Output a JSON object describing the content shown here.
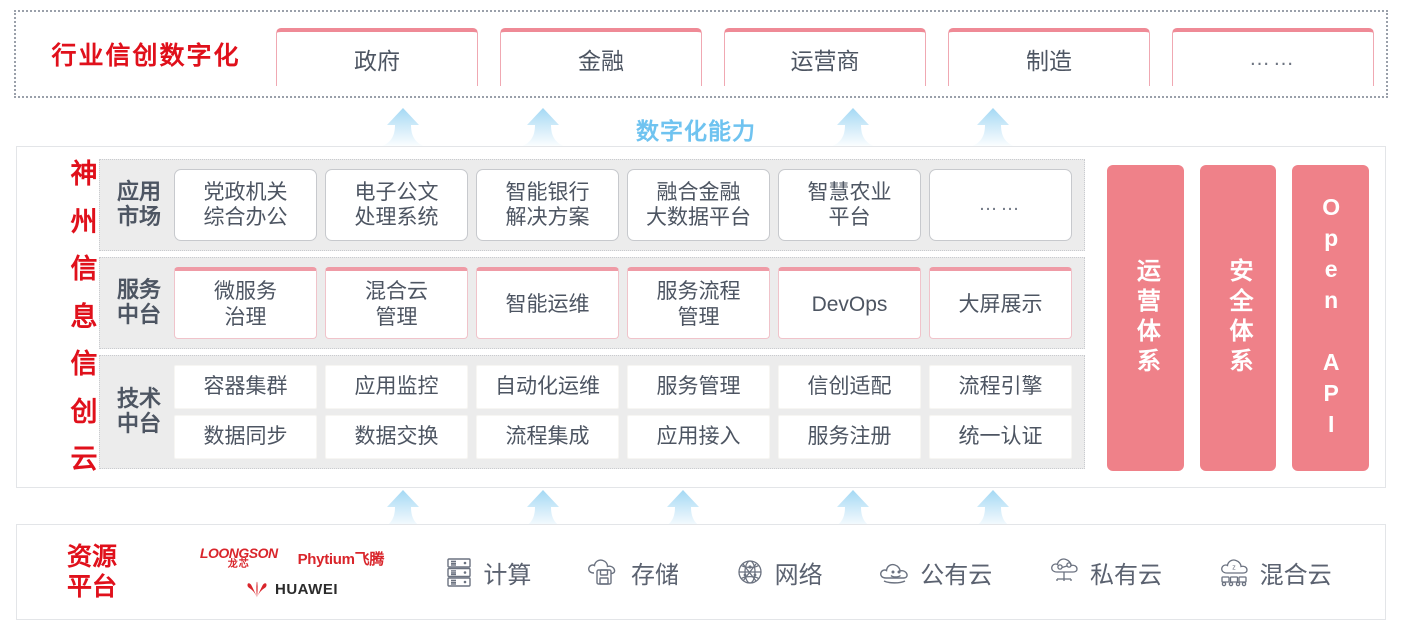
{
  "industry": {
    "title": "行业信创数字化",
    "tabs": [
      {
        "label": "政府"
      },
      {
        "label": "金融"
      },
      {
        "label": "运营商"
      },
      {
        "label": "制造"
      },
      {
        "label": "……"
      }
    ]
  },
  "capability_label": "数字化能力",
  "cloud": {
    "title_chars": [
      "神",
      "州",
      "信",
      "息",
      "信",
      "创",
      "云"
    ],
    "layers": [
      {
        "key": "app-market",
        "label_lines": [
          "应用",
          "市场"
        ],
        "cells": [
          "党政机关\n综合办公",
          "电子公文\n处理系统",
          "智能银行\n解决方案",
          "融合金融\n大数据平台",
          "智慧农业\n平台",
          "……"
        ]
      },
      {
        "key": "service-platform",
        "label_lines": [
          "服务",
          "中台"
        ],
        "cells": [
          "微服务\n治理",
          "混合云\n管理",
          "智能运维",
          "服务流程\n管理",
          "DevOps",
          "大屏展示"
        ]
      },
      {
        "key": "tech-platform",
        "label_lines": [
          "技术",
          "中台"
        ],
        "rows": [
          [
            "容器集群",
            "应用监控",
            "自动化运维",
            "服务管理",
            "信创适配",
            "流程引擎"
          ],
          [
            "数据同步",
            "数据交换",
            "流程集成",
            "应用接入",
            "服务注册",
            "统一认证"
          ]
        ]
      }
    ],
    "side_panels": [
      {
        "label": "运营体系",
        "latin": false
      },
      {
        "label": "安全体系",
        "latin": false
      },
      {
        "label": "Open API",
        "latin": true
      }
    ]
  },
  "resource": {
    "title_lines": [
      "资源",
      "平台"
    ],
    "vendors": [
      {
        "name": "LOONGSON",
        "sub": "龙芯"
      },
      {
        "name": "Phytium飞腾"
      },
      {
        "name": "HUAWEI"
      }
    ],
    "items": [
      {
        "label": "计算",
        "icon": "server-rack-icon"
      },
      {
        "label": "存储",
        "icon": "cloud-storage-icon"
      },
      {
        "label": "网络",
        "icon": "network-globe-icon"
      },
      {
        "label": "公有云",
        "icon": "public-cloud-icon"
      },
      {
        "label": "私有云",
        "icon": "private-cloud-icon"
      },
      {
        "label": "混合云",
        "icon": "hybrid-cloud-icon"
      }
    ]
  },
  "colors": {
    "brand_red": "#e0101b",
    "pink_panel": "#ef8189",
    "pink_accent": "#ef9ba6",
    "arrow_blue": "#9ed6f5",
    "capability_blue": "#6fc3f0",
    "band_gray": "#ececec"
  },
  "arrows": {
    "upper_x": [
      372,
      512,
      822,
      962
    ],
    "lower_x": [
      372,
      512,
      652,
      822,
      962
    ]
  }
}
